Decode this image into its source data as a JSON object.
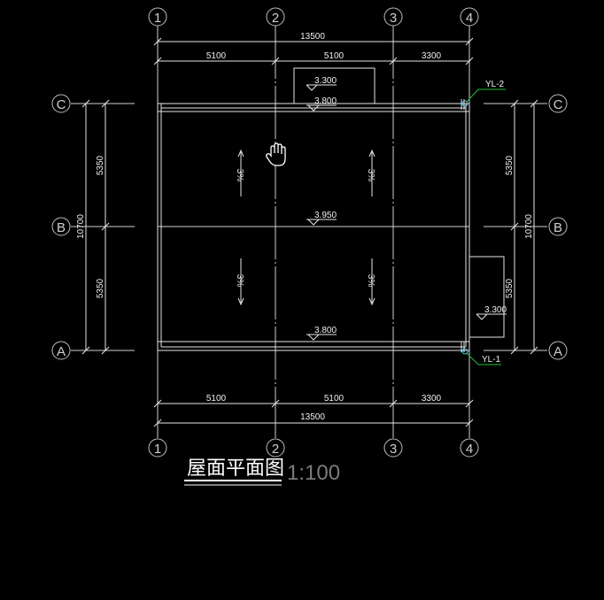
{
  "drawing": {
    "title": "屋面平面图",
    "scale": "1:100",
    "grid_bubbles_x": [
      "1",
      "2",
      "3",
      "4"
    ],
    "grid_bubbles_y": [
      "C",
      "B",
      "A"
    ],
    "dims_top_total": "13500",
    "dims_top_segments": [
      "5100",
      "5100",
      "3300"
    ],
    "dims_bottom_total": "13500",
    "dims_bottom_segments": [
      "5100",
      "5100",
      "3300"
    ],
    "dims_left_total": "10700",
    "dims_left_segments": [
      "5350",
      "5350"
    ],
    "dims_right_total": "10700",
    "dims_right_segments": [
      "5350",
      "5350"
    ],
    "levels": {
      "canopy_top": "3.300",
      "eave_top": "3.800",
      "ridge": "3.950",
      "eave_bottom": "3.800",
      "canopy_right": "3.300"
    },
    "slopes": [
      "3%",
      "3%",
      "3%",
      "3%"
    ],
    "downpipes": {
      "top": "YL-2",
      "bottom": "YL-1"
    },
    "colors": {
      "background": "#000000",
      "lines": "#e6e6e6",
      "leader": "#1fbf3a",
      "pipe": "#39d0e8"
    }
  }
}
